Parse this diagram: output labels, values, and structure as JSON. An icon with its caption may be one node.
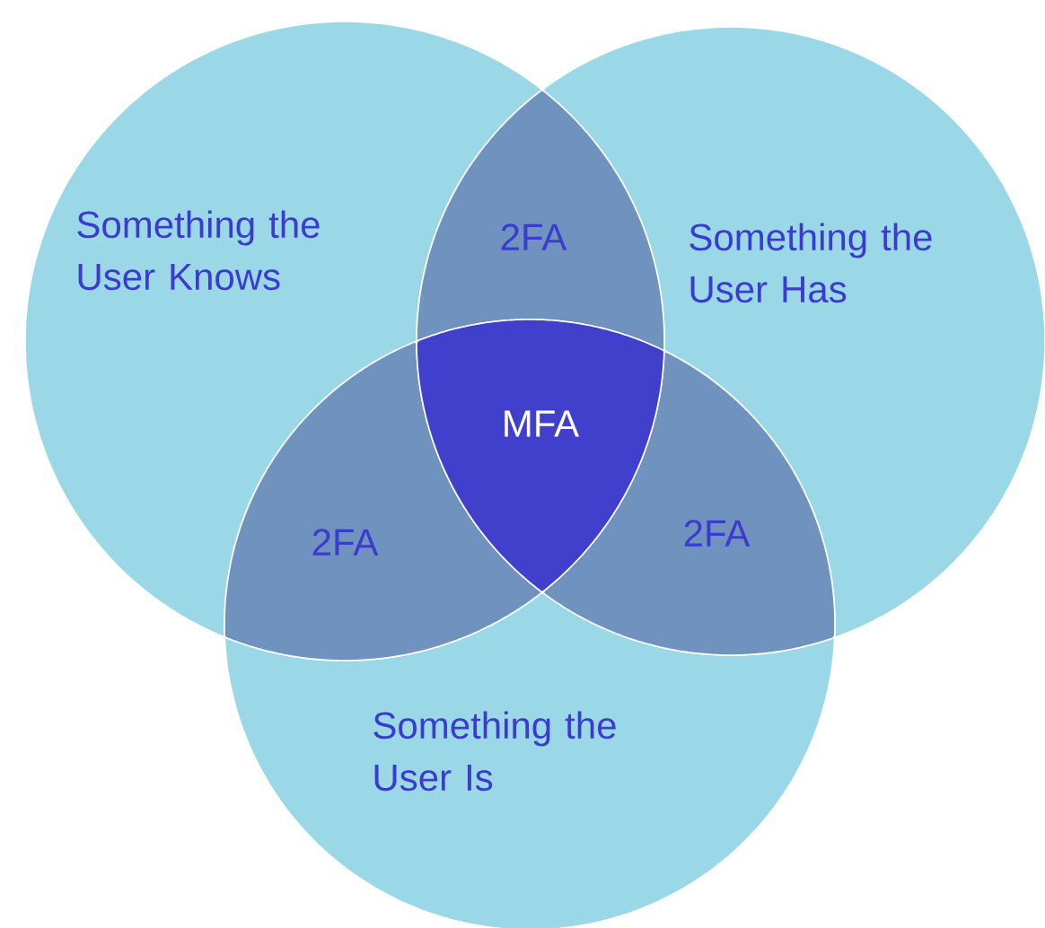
{
  "diagram": {
    "nodes": [
      {
        "text": [
          "Something the User Knows"
        ]
      },
      {
        "text": [
          "Something the User Has"
        ]
      },
      {
        "text": [
          "Something the User Is"
        ]
      },
      {
        "text": [
          "2FA"
        ]
      },
      {
        "text": [
          "2FA"
        ]
      },
      {
        "text": [
          "2FA"
        ]
      },
      {
        "text": [
          "MFA"
        ]
      }
    ]
  }
}
